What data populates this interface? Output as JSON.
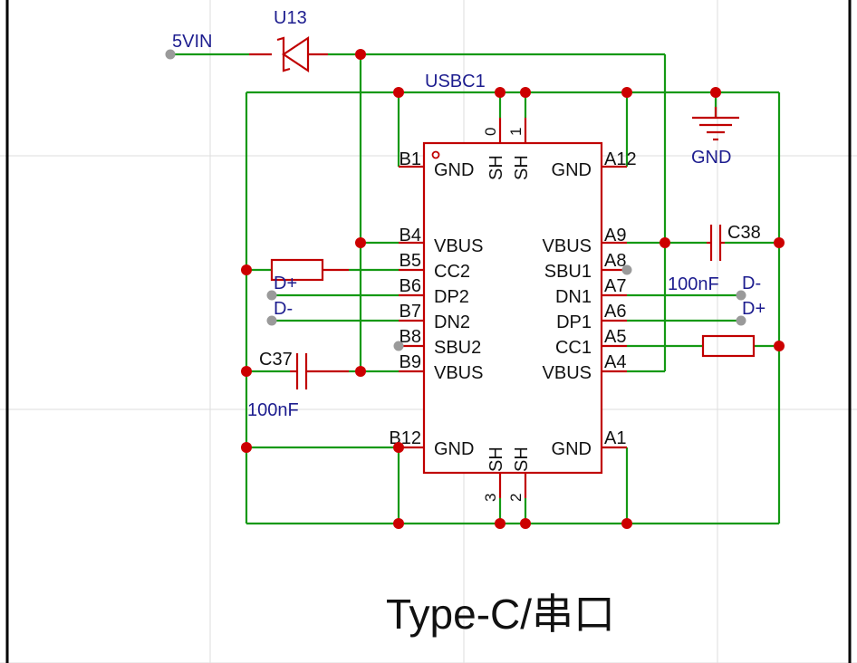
{
  "title": "Type-C/串口",
  "component": {
    "designator": "USBC1",
    "left_pins": [
      {
        "num": "B1",
        "name": "GND"
      },
      {
        "num": "B4",
        "name": "VBUS"
      },
      {
        "num": "B5",
        "name": "CC2"
      },
      {
        "num": "B6",
        "name": "DP2"
      },
      {
        "num": "B7",
        "name": "DN2"
      },
      {
        "num": "B8",
        "name": "SBU2"
      },
      {
        "num": "B9",
        "name": "VBUS"
      },
      {
        "num": "B12",
        "name": "GND"
      }
    ],
    "right_pins": [
      {
        "num": "A12",
        "name": "GND"
      },
      {
        "num": "A9",
        "name": "VBUS"
      },
      {
        "num": "A8",
        "name": "SBU1"
      },
      {
        "num": "A7",
        "name": "DN1"
      },
      {
        "num": "A6",
        "name": "DP1"
      },
      {
        "num": "A5",
        "name": "CC1"
      },
      {
        "num": "A4",
        "name": "VBUS"
      },
      {
        "num": "A1",
        "name": "GND"
      }
    ],
    "shield_top": [
      {
        "num": "0",
        "name": "SH"
      },
      {
        "num": "1",
        "name": "SH"
      }
    ],
    "shield_bottom": [
      {
        "num": "3",
        "name": "SH"
      },
      {
        "num": "2",
        "name": "SH"
      }
    ]
  },
  "diode": {
    "designator": "U13"
  },
  "power_label": "5VIN",
  "ground_label": "GND",
  "cap_left": {
    "designator": "C37",
    "value": "100nF"
  },
  "cap_right": {
    "designator": "C38",
    "value": "100nF"
  },
  "net_labels": {
    "left_dp": "D+",
    "left_dn": "D-",
    "right_dn": "D-",
    "right_dp": "D+"
  },
  "colors": {
    "wire": "#149914",
    "part": "#c00000",
    "label": "#1d1d8f",
    "text": "#111111"
  }
}
